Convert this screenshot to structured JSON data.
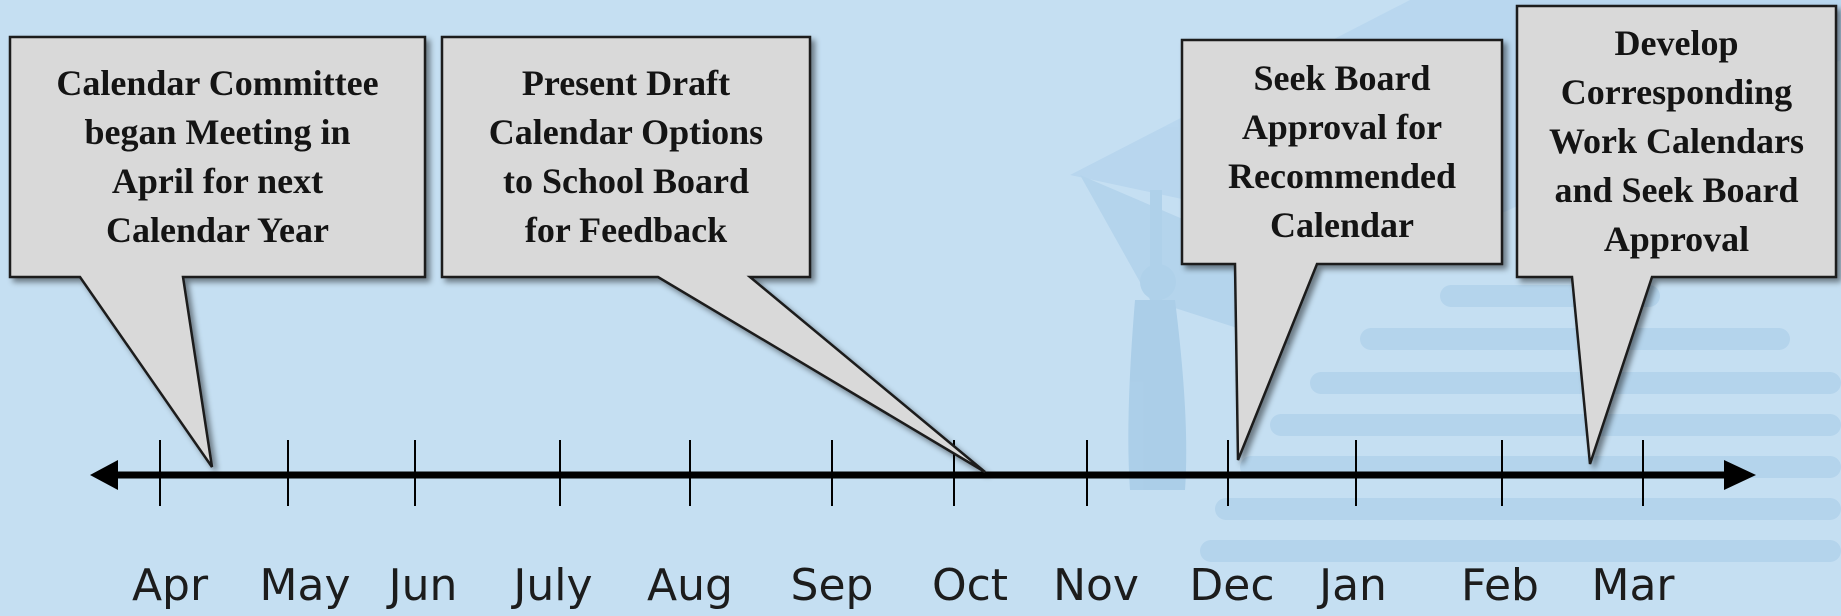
{
  "colors": {
    "background": "#c5dff2",
    "watermark": "#add0ea",
    "callout_fill": "#d9d9d9",
    "callout_stroke": "#1a1a1a",
    "axis": "#000000"
  },
  "callouts": [
    {
      "text": "Calendar Committee\nbegan Meeting  in\nApril  for next\nCalendar Year"
    },
    {
      "text": "Present Draft\nCalendar Options\nto School Board\nfor Feedback"
    },
    {
      "text": "Seek Board\nApproval for\nRecommended\nCalendar"
    },
    {
      "text": "Develop\nCorresponding\nWork Calendars\nand Seek Board\nApproval"
    }
  ],
  "timeline": {
    "months": [
      "Apr",
      "May",
      "Jun",
      "July",
      "Aug",
      "Sep",
      "Oct",
      "Nov",
      "Dec",
      "Jan",
      "Feb",
      "Mar"
    ]
  },
  "watermark_icon": "graduation-cap-icon"
}
